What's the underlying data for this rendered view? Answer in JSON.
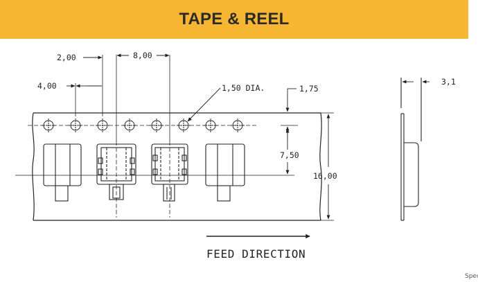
{
  "header": {
    "title": "TAPE & REEL"
  },
  "dimensions": {
    "pitch_small": "4,00",
    "pitch_large": "8,00",
    "sprocket_pitch": "2,00",
    "hole_dia": "1,50 DIA.",
    "edge_offset": "1,75",
    "center_offset": "7,50",
    "tape_width": "16,00",
    "tape_thickness": "3,1"
  },
  "feed_label": "FEED DIRECTION",
  "corner_text": "Spec"
}
